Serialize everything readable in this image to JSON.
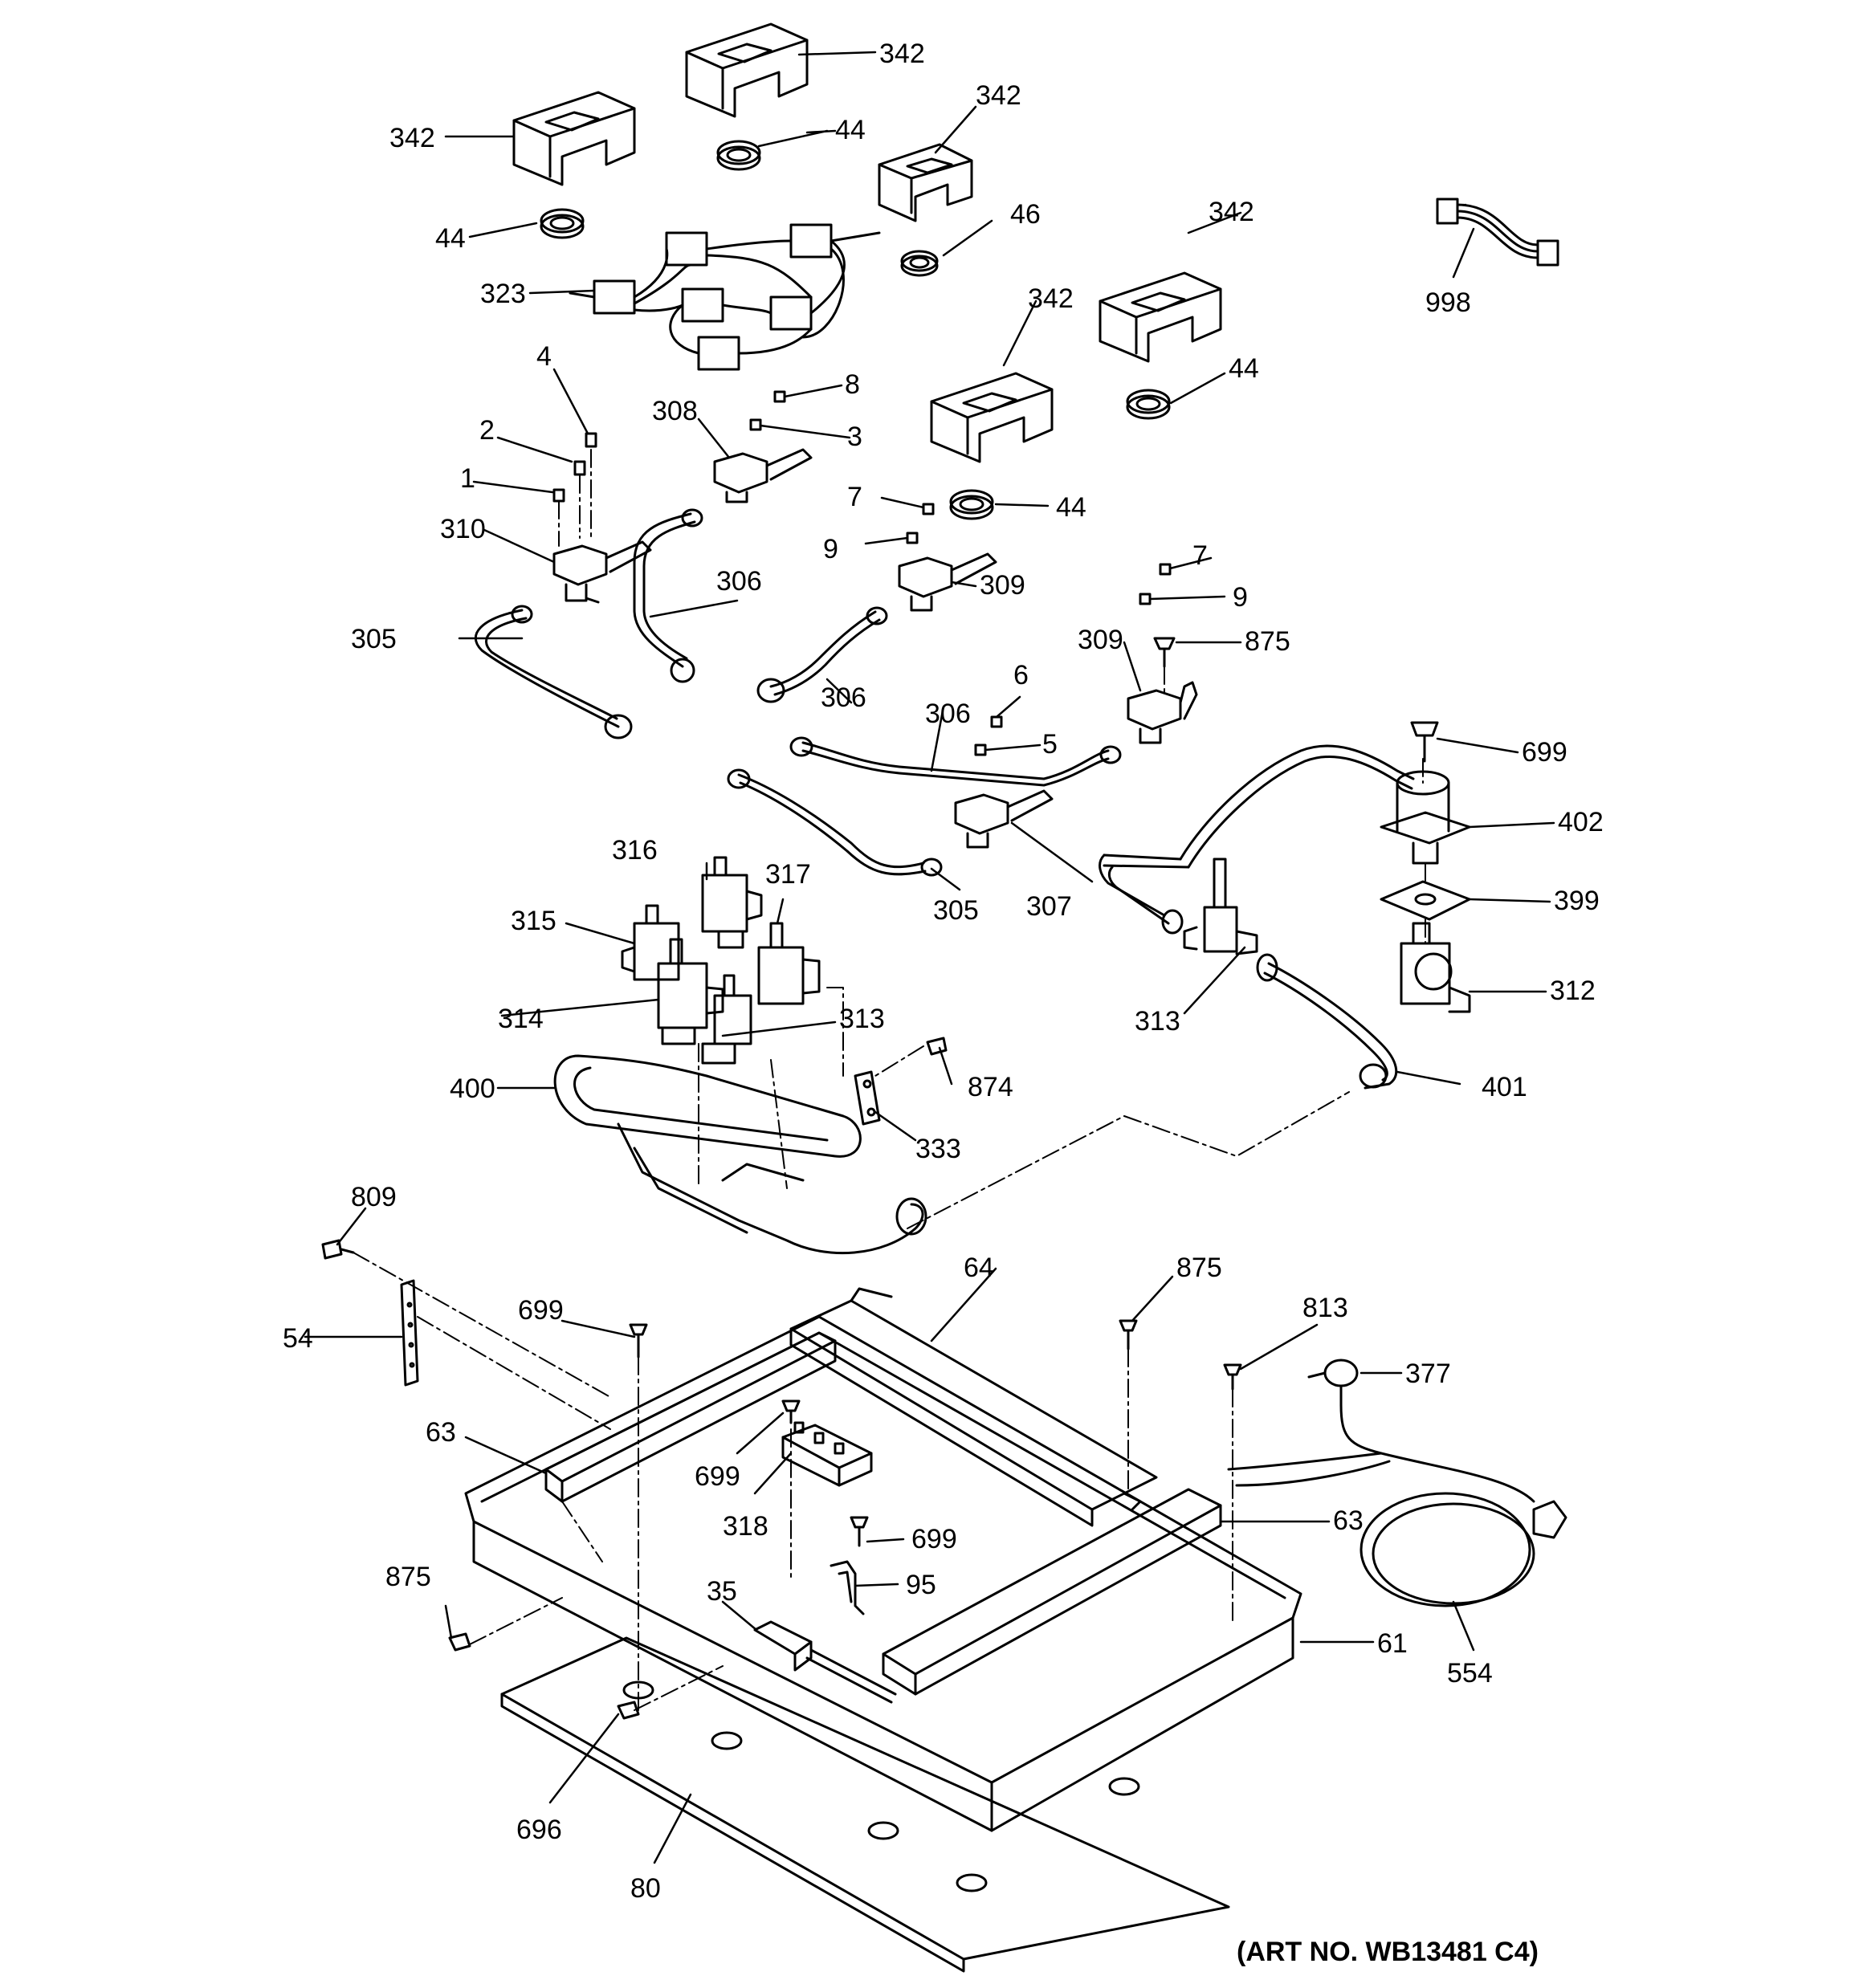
{
  "art_number": "(ART NO. WB13481 C4)",
  "labels": {
    "l1": "1",
    "l2": "2",
    "l3": "3",
    "l4": "4",
    "l5": "5",
    "l6": "6",
    "l7a": "7",
    "l7b": "7",
    "l8": "8",
    "l9a": "9",
    "l9b": "9",
    "l35": "35",
    "l44a": "44",
    "l44b": "44",
    "l44c": "44",
    "l44d": "44",
    "l46": "46",
    "l54": "54",
    "l61": "61",
    "l63a": "63",
    "l63b": "63",
    "l64": "64",
    "l80": "80",
    "l95": "95",
    "l305a": "305",
    "l305b": "305",
    "l306a": "306",
    "l306b": "306",
    "l306c": "306",
    "l307": "307",
    "l308": "308",
    "l309a": "309",
    "l309b": "309",
    "l310": "310",
    "l312": "312",
    "l313a": "313",
    "l313b": "313",
    "l314": "314",
    "l315": "315",
    "l316": "316",
    "l317": "317",
    "l318": "318",
    "l323": "323",
    "l333": "333",
    "l342a": "342",
    "l342b": "342",
    "l342c": "342",
    "l342d": "342",
    "l342e": "342",
    "l377": "377",
    "l399": "399",
    "l400": "400",
    "l401": "401",
    "l402": "402",
    "l554": "554",
    "l696": "696",
    "l699a": "699",
    "l699b": "699",
    "l699c": "699",
    "l699d": "699",
    "l809": "809",
    "l813": "813",
    "l874": "874",
    "l875a": "875",
    "l875b": "875",
    "l875c": "875",
    "l998": "998"
  }
}
